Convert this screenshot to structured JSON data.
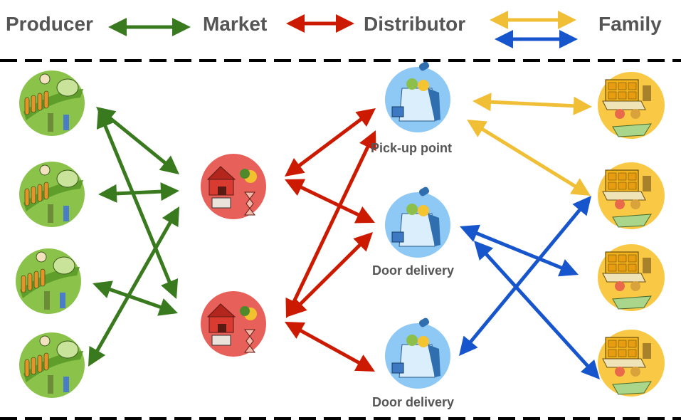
{
  "legend": {
    "producer": "Producer",
    "market": "Market",
    "distributor": "Distributor",
    "family": "Family",
    "arrows": [
      {
        "name": "producer-market",
        "color": "#3a7a1f"
      },
      {
        "name": "market-distributor",
        "color": "#cc1a00"
      },
      {
        "name": "distributor-family-pickup",
        "color": "#f0bf35"
      },
      {
        "name": "distributor-family-delivery",
        "color": "#1755cc"
      }
    ]
  },
  "colors": {
    "producer": "#8bc34a",
    "market": "#e8605a",
    "distributor": "#8ec9f5",
    "family": "#f9c845",
    "label": "#555555"
  },
  "nodes": {
    "producers": [
      {
        "id": "p1",
        "icon": "farmer-harvest-icon"
      },
      {
        "id": "p2",
        "icon": "farmer-harvest-icon"
      },
      {
        "id": "p3",
        "icon": "farmer-harvest-icon"
      },
      {
        "id": "p4",
        "icon": "farmer-harvest-icon"
      }
    ],
    "markets": [
      {
        "id": "m1",
        "icon": "warehouse-truck-icon"
      },
      {
        "id": "m2",
        "icon": "warehouse-truck-icon"
      }
    ],
    "distributors": [
      {
        "id": "d1",
        "icon": "grocery-bag-icon",
        "label": "Pick-up  point"
      },
      {
        "id": "d2",
        "icon": "grocery-bag-icon",
        "label": "Door delivery"
      },
      {
        "id": "d3",
        "icon": "grocery-bag-icon",
        "label": "Door delivery"
      }
    ],
    "families": [
      {
        "id": "f1",
        "icon": "family-laptop-icon"
      },
      {
        "id": "f2",
        "icon": "family-laptop-icon"
      },
      {
        "id": "f3",
        "icon": "family-laptop-icon"
      },
      {
        "id": "f4",
        "icon": "family-laptop-icon"
      }
    ]
  },
  "connections": [
    {
      "from": "p1",
      "to": "m1",
      "type": "producer-market"
    },
    {
      "from": "p1",
      "to": "m2",
      "type": "producer-market"
    },
    {
      "from": "p2",
      "to": "m1",
      "type": "producer-market"
    },
    {
      "from": "p3",
      "to": "m2",
      "type": "producer-market"
    },
    {
      "from": "p4",
      "to": "m1",
      "type": "producer-market"
    },
    {
      "from": "m1",
      "to": "d1",
      "type": "market-distributor"
    },
    {
      "from": "m1",
      "to": "d2",
      "type": "market-distributor"
    },
    {
      "from": "m2",
      "to": "d1",
      "type": "market-distributor"
    },
    {
      "from": "m2",
      "to": "d2",
      "type": "market-distributor"
    },
    {
      "from": "m2",
      "to": "d3",
      "type": "market-distributor"
    },
    {
      "from": "d1",
      "to": "f1",
      "type": "distributor-family-pickup"
    },
    {
      "from": "d1",
      "to": "f2",
      "type": "distributor-family-pickup"
    },
    {
      "from": "d2",
      "to": "f3",
      "type": "distributor-family-delivery"
    },
    {
      "from": "d2",
      "to": "f4",
      "type": "distributor-family-delivery"
    },
    {
      "from": "d3",
      "to": "f2",
      "type": "distributor-family-delivery"
    }
  ]
}
